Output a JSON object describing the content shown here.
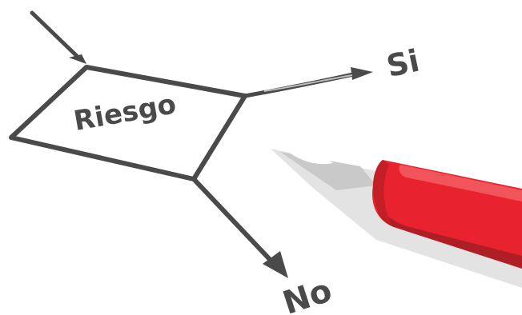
{
  "diagram": {
    "decision_label": "Riesgo",
    "yes_label": "Si",
    "no_label": "No"
  },
  "colors": {
    "ink": "#4a4a4a",
    "pen_red": "#e8232f",
    "pen_dark_red": "#b01e25",
    "pen_highlight": "#f25a60",
    "shadow": "#d7d7d7",
    "background": "#ffffff"
  },
  "icons": {
    "pen": "red-marker-pen-icon"
  }
}
